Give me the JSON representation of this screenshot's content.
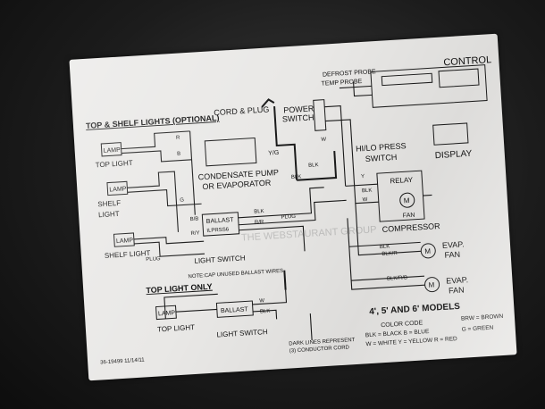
{
  "sections": {
    "top_shelf": "TOP & SHELF LIGHTS (OPTIONAL)",
    "top_only": "TOP LIGHT ONLY",
    "models": "4', 5' AND 6' MODELS"
  },
  "labels": {
    "cord_plug": "CORD & PLUG",
    "power_switch_1": "POWER",
    "power_switch_2": "SWITCH",
    "defrost_probe": "DEFROST PROBE",
    "temp_probe": "TEMP PROBE",
    "control": "CONTROL",
    "display": "DISPLAY",
    "hilo_1": "HI/LO PRESS",
    "hilo_2": "SWITCH",
    "relay": "RELAY",
    "fan": "FAN",
    "compressor": "COMPRESSOR",
    "evap_fan": "EVAP.",
    "evap_fan2": "FAN",
    "condensate_1": "CONDENSATE PUMP",
    "condensate_2": "OR EVAPORATOR",
    "lamp": "LAMP",
    "top_light": "TOP LIGHT",
    "shelf": "SHELF",
    "light": "LIGHT",
    "shelf_light": "SHELF LIGHT",
    "ballast": "BALLAST",
    "ballast_model": "ILPRSS6",
    "light_switch": "LIGHT SWITCH",
    "plug": "PLUG",
    "note": "NOTE:CAP UNUSED BALLAST WIRES",
    "dark_lines_1": "DARK LINES REPRESENT",
    "dark_lines_2": "(3) CONDUCTOR CORD",
    "part_number": "36-19499 11/14/11",
    "yg": "Y/G"
  },
  "color_code": {
    "title": "COLOR CODE",
    "line1": "BLK = BLACK  B = BLUE",
    "line2": "W = WHITE   Y = YELLOW  R = RED",
    "brw": "BRW = BROWN",
    "g": "G = GREEN"
  },
  "wire_letters": {
    "blk": "BLK",
    "w": "W",
    "r": "R",
    "b": "B",
    "g": "G",
    "y": "Y",
    "bb": "B/B",
    "rr": "R/R",
    "ry": "R/Y",
    "blkr": "BLK/R",
    "blkrb": "BLK/R/B"
  },
  "watermark": "THE WEBSTAURANT GROUP"
}
